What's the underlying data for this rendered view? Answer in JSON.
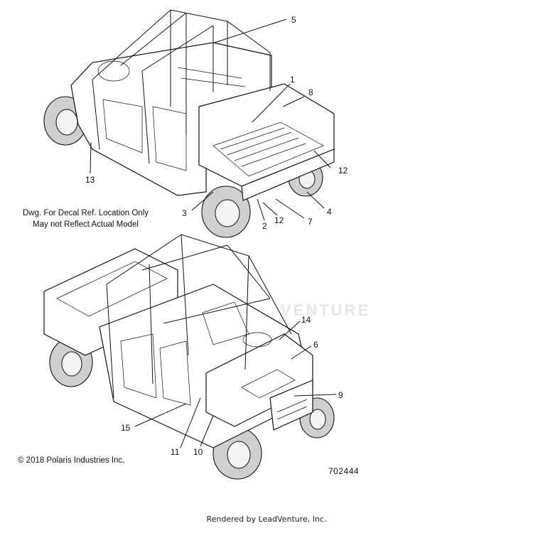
{
  "note": {
    "line1": "Dwg. For Decal Ref. Location Only",
    "line2": "May not Reflect Actual Model"
  },
  "copyright": "© 2018 Polaris Industries Inc.",
  "part_number": "702444",
  "rendered_by": "Rendered by LeadVenture, Inc.",
  "watermark": "VENTURE",
  "callouts": {
    "c1": "1",
    "c2": "2",
    "c3": "3",
    "c4": "4",
    "c5": "5",
    "c6": "6",
    "c7": "7",
    "c8": "8",
    "c9": "9",
    "c10": "10",
    "c11": "11",
    "c12a": "12",
    "c12b": "12",
    "c13": "13",
    "c14": "14",
    "c15": "15"
  }
}
